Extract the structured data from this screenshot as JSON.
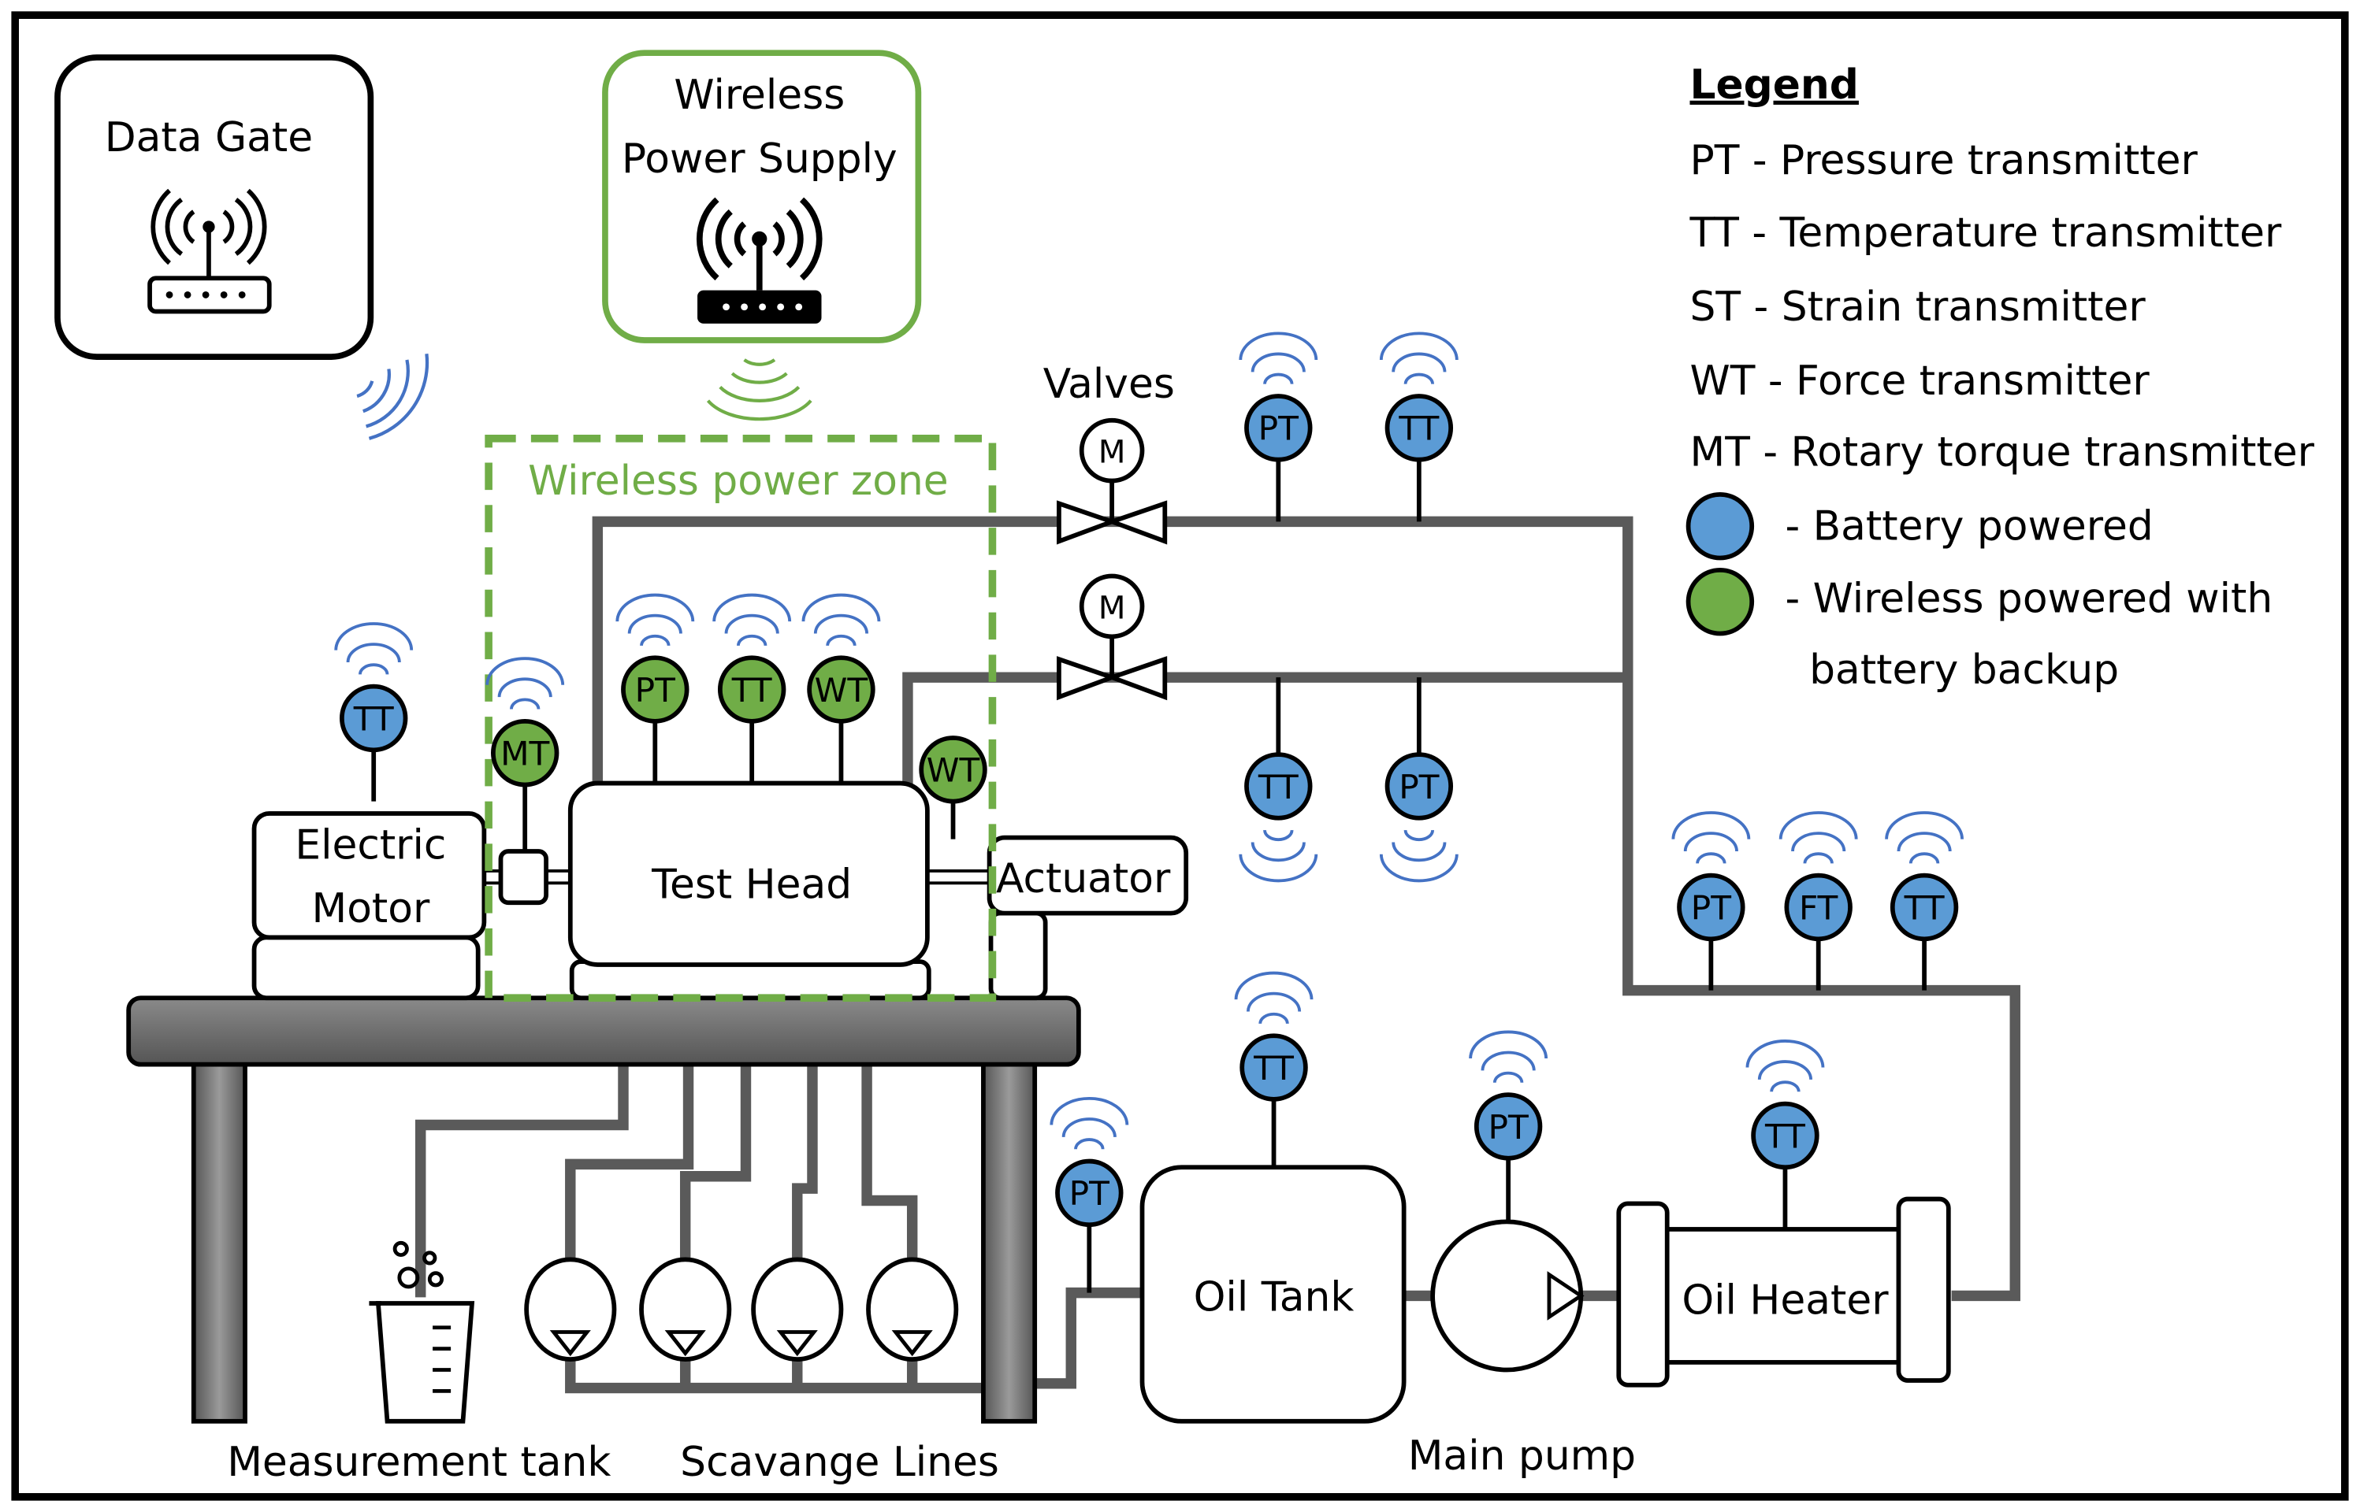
{
  "colors": {
    "battery": "#5b9bd5",
    "wireless": "#70ad47",
    "wave": "#4472c4",
    "pipe": "#5a5a5a",
    "table": "#6f6f6f",
    "wpz": "#70ad47"
  },
  "boxes": {
    "data_gate": "Data Gate",
    "wps_line1": "Wireless",
    "wps_line2": "Power Supply",
    "wireless_zone": "Wireless power zone",
    "valves": "Valves",
    "motor_symbol": "M",
    "electric_motor_line1": "Electric",
    "electric_motor_line2": "Motor",
    "test_head": "Test Head",
    "actuator": "Actuator",
    "oil_tank": "Oil Tank",
    "oil_heater": "Oil Heater",
    "main_pump": "Main pump",
    "measurement_tank": "Measurement tank",
    "scavange_lines": "Scavange Lines"
  },
  "legend": {
    "title": "Legend",
    "items": [
      "PT - Pressure transmitter",
      "TT - Temperature transmitter",
      "ST - Strain transmitter",
      "WT - Force transmitter",
      "MT - Rotary torque transmitter"
    ],
    "battery_label": "- Battery powered",
    "wireless_label_1": "- Wireless powered with",
    "wireless_label_2": "battery backup"
  },
  "sensors": [
    {
      "label": "TT",
      "power": "battery"
    },
    {
      "label": "MT",
      "power": "wireless"
    },
    {
      "label": "PT",
      "power": "wireless"
    },
    {
      "label": "TT",
      "power": "wireless"
    },
    {
      "label": "WT",
      "power": "wireless"
    },
    {
      "label": "WT",
      "power": "wireless"
    },
    {
      "label": "PT",
      "power": "battery"
    },
    {
      "label": "TT",
      "power": "battery"
    },
    {
      "label": "TT",
      "power": "battery"
    },
    {
      "label": "PT",
      "power": "battery"
    },
    {
      "label": "PT",
      "power": "battery"
    },
    {
      "label": "FT",
      "power": "battery"
    },
    {
      "label": "TT",
      "power": "battery"
    },
    {
      "label": "TT",
      "power": "battery"
    },
    {
      "label": "PT",
      "power": "battery"
    },
    {
      "label": "PT",
      "power": "battery"
    },
    {
      "label": "TT",
      "power": "battery"
    }
  ]
}
